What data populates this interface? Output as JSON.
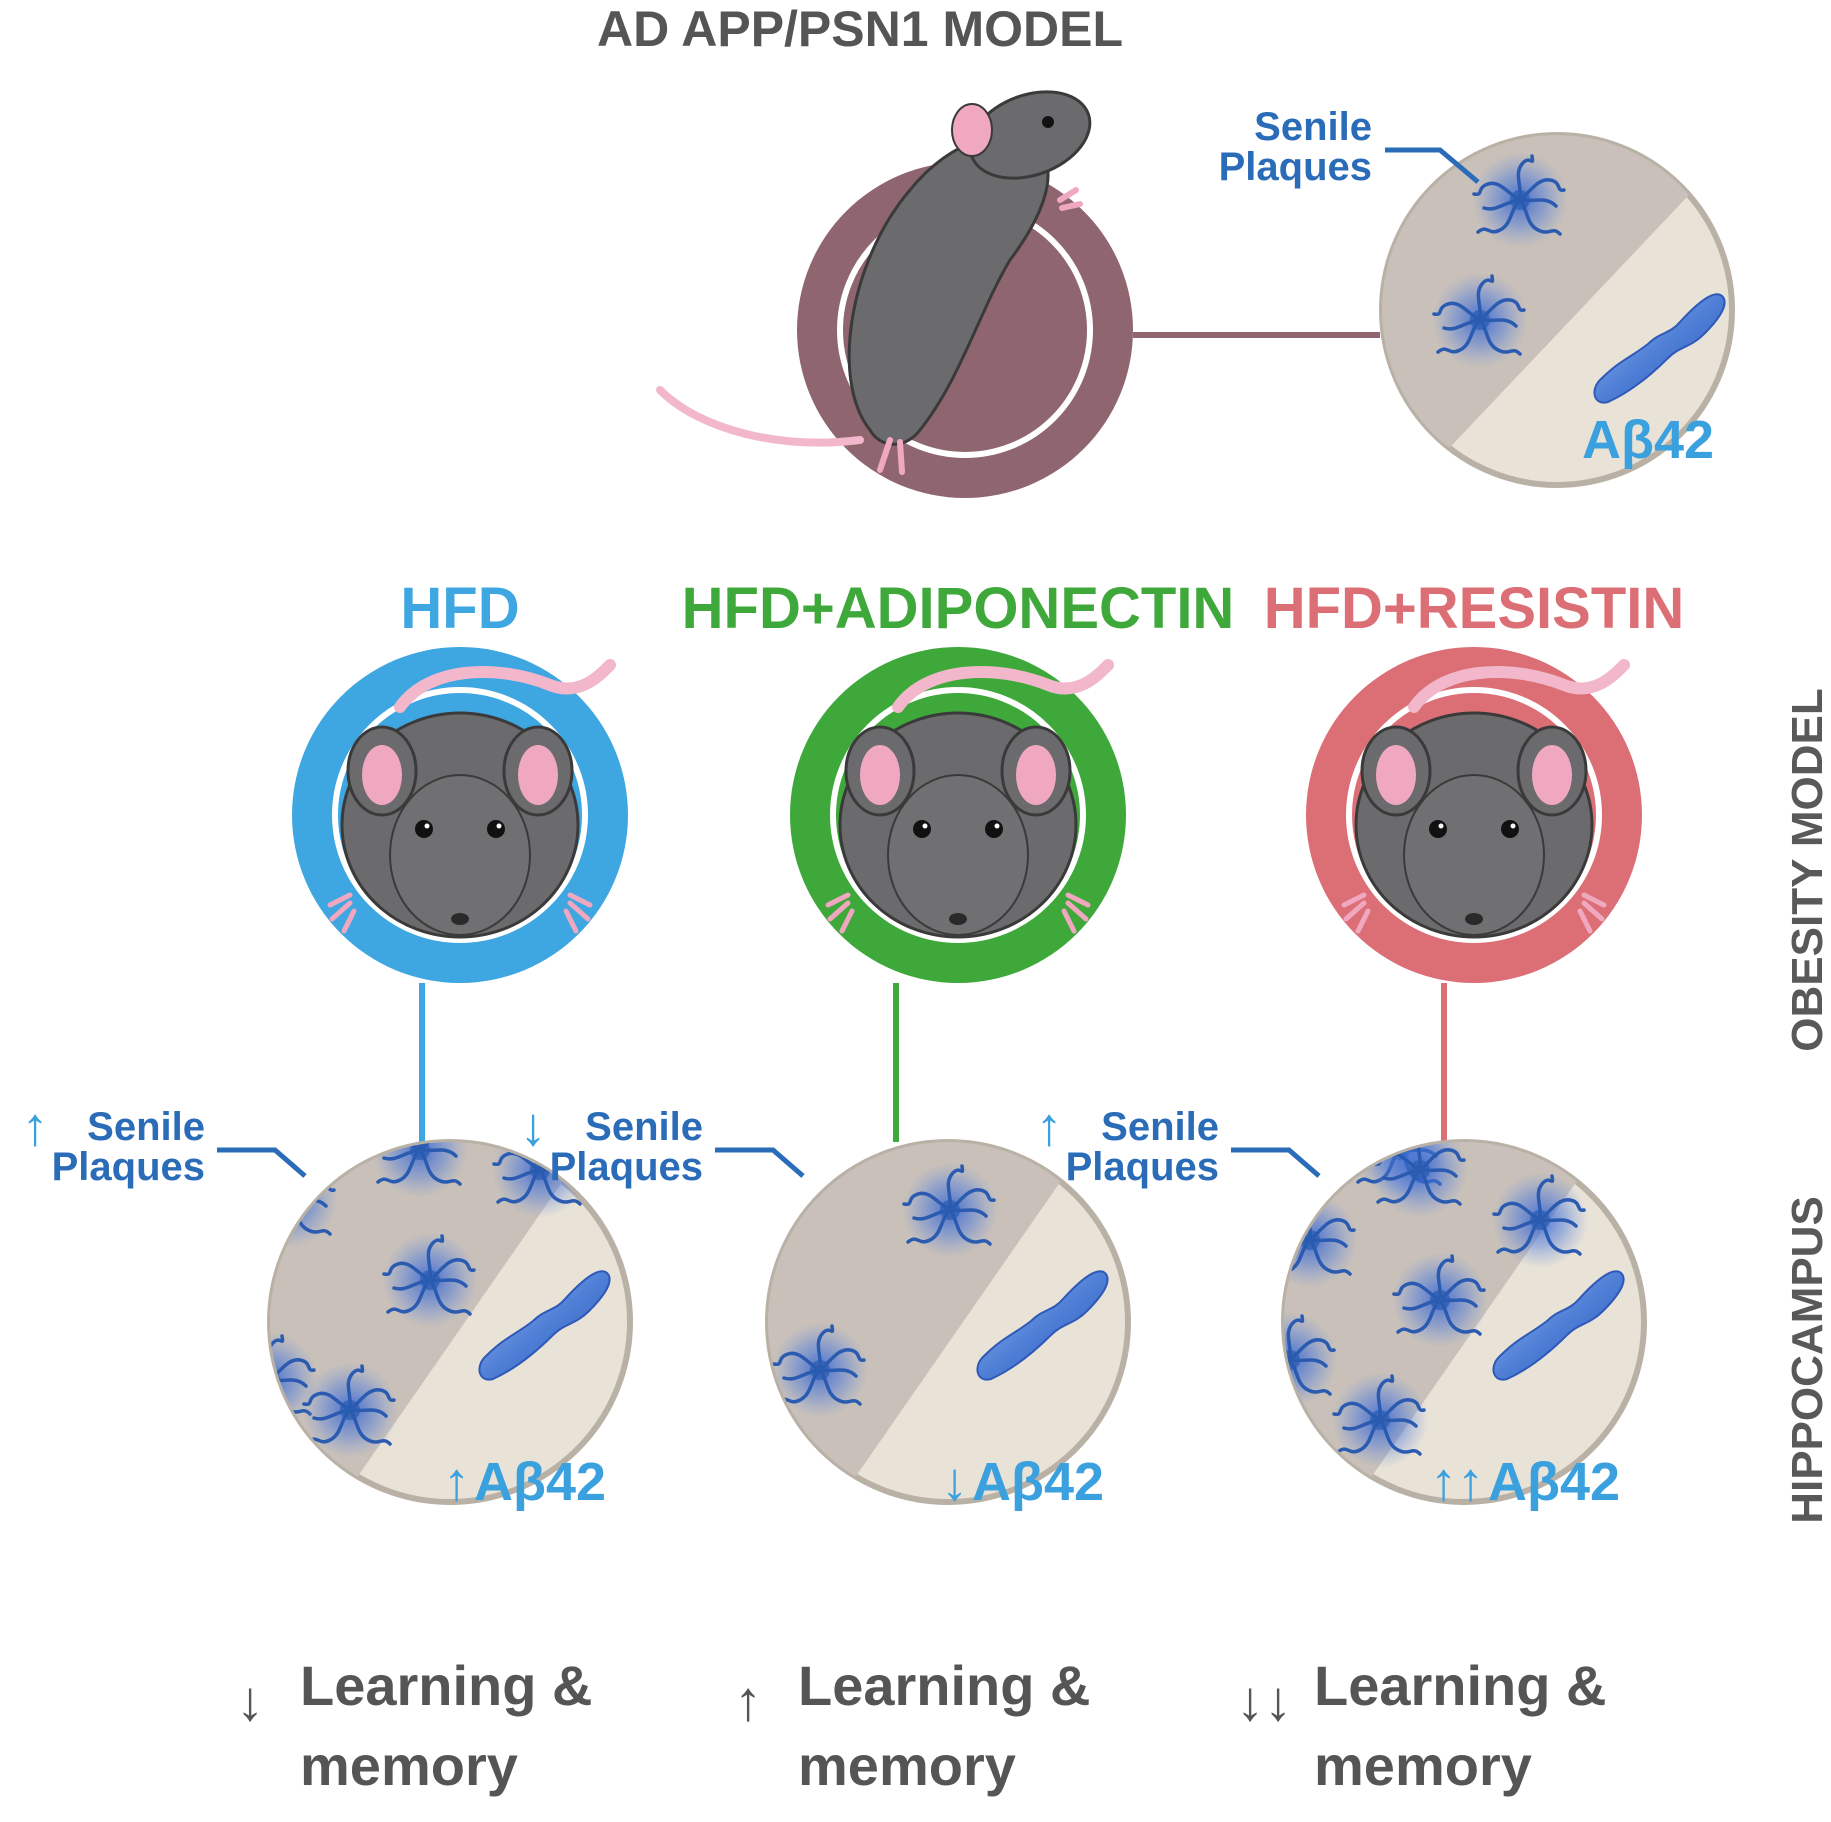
{
  "title": "AD APP/PSN1 MODEL",
  "side_labels": {
    "obesity": "OBESITY MODEL",
    "hippocampus": "HIPPOCAMPUS"
  },
  "top_panel": {
    "plaque_label_line1": "Senile",
    "plaque_label_line2": "Plaques",
    "abeta_label": "Aβ42",
    "ring_color": "#8f6670"
  },
  "groups": [
    {
      "name": "HFD",
      "color": "#3ea6e0",
      "plaque_arrow": "↑",
      "plaque_label_line1": "Senile",
      "plaque_label_line2": "Plaques",
      "abeta_arrow": "↑",
      "abeta_label": "Aβ42",
      "learning_arrow": "↓",
      "learning_line1": "Learning &",
      "learning_line2": "memory"
    },
    {
      "name": "HFD+ADIPONECTIN",
      "color": "#3fa83a",
      "plaque_arrow": "↓",
      "plaque_label_line1": "Senile",
      "plaque_label_line2": "Plaques",
      "abeta_arrow": "↓",
      "abeta_label": "Aβ42",
      "learning_arrow": "↑",
      "learning_line1": "Learning &",
      "learning_line2": "memory"
    },
    {
      "name": "HFD+RESISTIN",
      "color": "#dc6f76",
      "plaque_arrow": "↑",
      "plaque_label_line1": "Senile",
      "plaque_label_line2": "Plaques",
      "abeta_arrow": "↑↑",
      "abeta_label": "Aβ42",
      "learning_arrow": "↓↓",
      "learning_line1": "Learning &",
      "learning_line2": "memory"
    }
  ]
}
